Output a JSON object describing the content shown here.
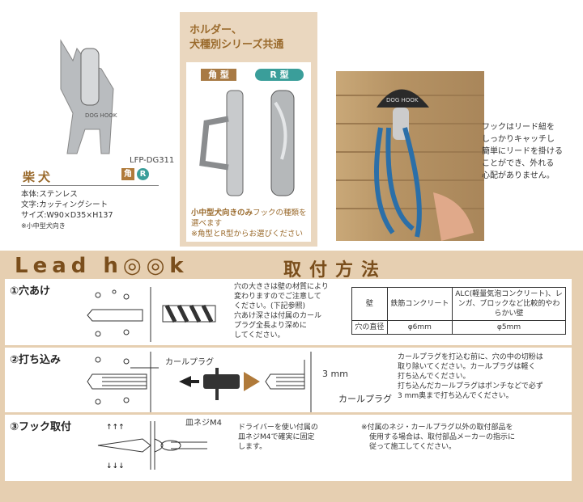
{
  "product": {
    "model": "LFP-DG311",
    "badge_square": "角",
    "badge_round": "R",
    "name": "柴犬",
    "dog_label": "DOG HOOK",
    "specs": [
      "本体:ステンレス",
      "文字:カッティングシート",
      "サイズ:W90×D35×H137"
    ],
    "note": "※小中型犬向き"
  },
  "holder": {
    "title_line1": "ホルダー、",
    "title_line2": "犬種別シリーズ共通",
    "tag_square": "角 型",
    "tag_round": "R 型",
    "note_bold": "小中型犬向きのみ",
    "note_rest": "フックの種類を選べます",
    "note2": "※角型とR型からお選びください"
  },
  "photo": {
    "label": "DOG HOOK"
  },
  "caption": [
    "フックはリード紐を",
    "しっかりキャッチし",
    "簡単にリードを掛ける",
    "ことができ、外れる",
    "心配がありません。"
  ],
  "install": {
    "heading": "Lead h◎◎k",
    "heading_jp": "取付方法",
    "steps": [
      {
        "title": "①穴あけ",
        "text": [
          "穴の大きさは壁の材質により",
          "変わりますのでご注意して",
          "ください。(下記参照)",
          "穴あけ深さは付属のカール",
          "プラグ全長より深めに",
          "してください。"
        ],
        "table": {
          "header": [
            "壁",
            "鉄筋コンクリート",
            "ALC(軽量気泡コンクリート)、レンガ、ブロックなど比較的やわらかい壁"
          ],
          "row": [
            "穴の直径",
            "φ6mm",
            "φ5mm"
          ]
        }
      },
      {
        "title": "②打ち込み",
        "plug_label": "カールプラグ",
        "depth_label": "3 mm",
        "plug_label2": "カールプラグ",
        "text": [
          "カールプラグを打込む前に、穴の中の切粉は",
          "取り除いてください。カールプラグは軽く",
          "打ち込んでください。",
          "打ち込んだカールプラグはポンチなどで必ず",
          "3 mm奥まで打ち込んでください。"
        ]
      },
      {
        "title": "③フック取付",
        "screw_label": "皿ネジM4",
        "text": [
          "ドライバーを使い付属の",
          "皿ネジM4で確実に固定",
          "します。"
        ],
        "note": [
          "※付属のネジ・カールプラグ以外の取付部品を",
          "使用する場合は、取付部品メーカーの指示に",
          "従って施工してください。"
        ]
      }
    ]
  },
  "colors": {
    "panel": "#e6cfb1",
    "brown": "#9a6a2c",
    "teal": "#3a9e9a"
  }
}
